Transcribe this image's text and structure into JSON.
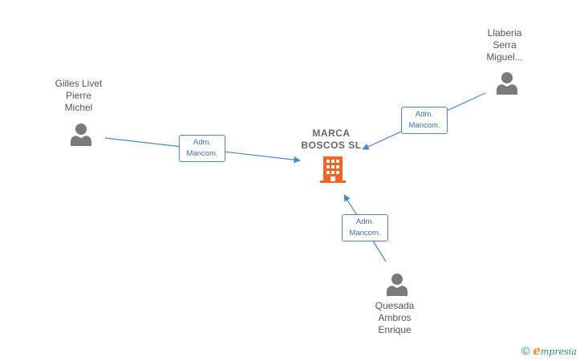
{
  "company": {
    "name_line1": "MARCA",
    "name_line2": "BOSCOS  SL",
    "icon": "building-icon",
    "icon_color": "#f26522"
  },
  "persons": [
    {
      "id": "gilles",
      "lines": [
        "Gilles Livet",
        "Pierre",
        "Michel"
      ],
      "icon": "person-icon"
    },
    {
      "id": "llaberia",
      "lines": [
        "Llaberia",
        "Serra",
        "Miguel..."
      ],
      "icon": "person-icon"
    },
    {
      "id": "quesada",
      "lines": [
        "Quesada",
        "Ambros",
        "Enrique"
      ],
      "icon": "person-icon"
    }
  ],
  "relations": [
    {
      "from": "gilles",
      "line1": "Adm.",
      "line2": "Mancom."
    },
    {
      "from": "llaberia",
      "line1": "Adm.",
      "line2": "Mancom."
    },
    {
      "from": "quesada",
      "line1": "Adm.",
      "line2": "Mancom."
    }
  ],
  "colors": {
    "edge": "#4a86c8",
    "person_icon": "#7a7a7a",
    "company_icon": "#f26522"
  },
  "footer": {
    "copyright_symbol": "©",
    "brand_initial": "e",
    "brand_rest": "mpresia"
  }
}
